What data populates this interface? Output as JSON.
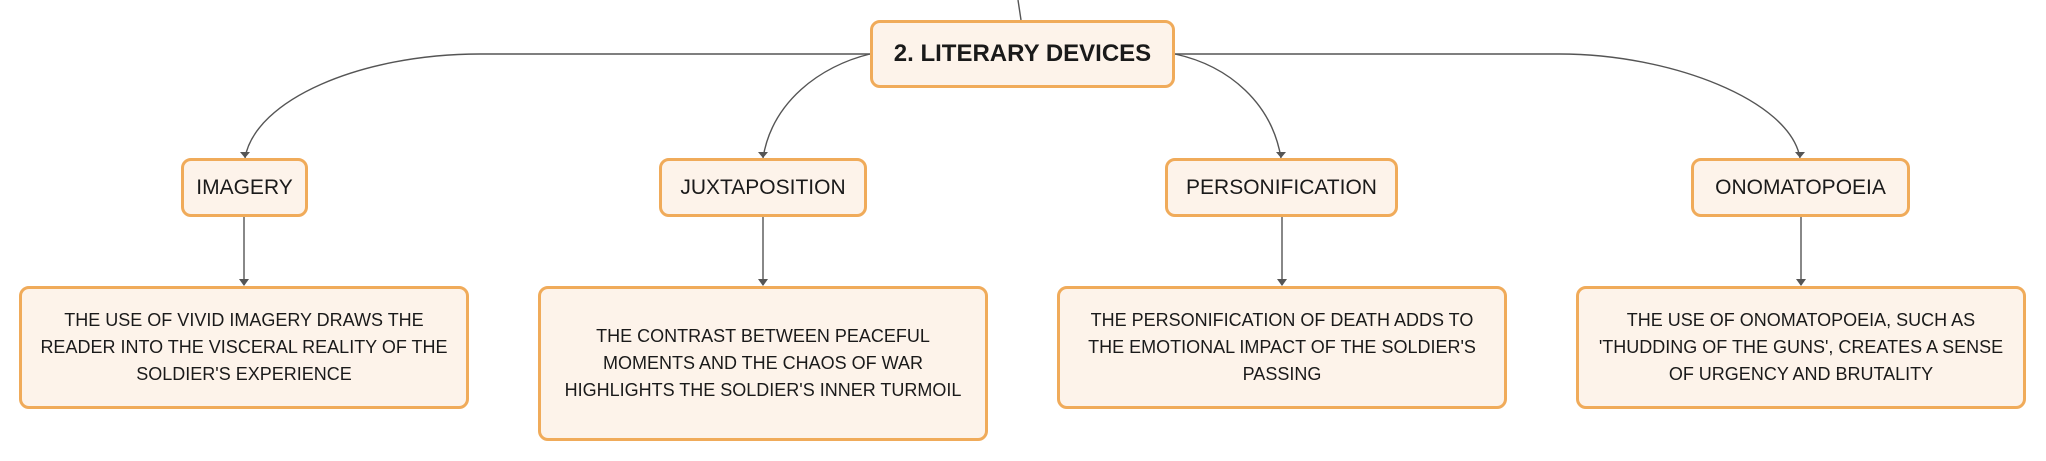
{
  "root": {
    "label": "2. LITERARY DEVICES"
  },
  "branches": [
    {
      "label": "IMAGERY",
      "description": "THE USE OF VIVID IMAGERY DRAWS THE READER INTO THE VISCERAL REALITY OF THE SOLDIER'S EXPERIENCE"
    },
    {
      "label": "JUXTAPOSITION",
      "description": "THE CONTRAST BETWEEN PEACEFUL MOMENTS AND THE CHAOS OF WAR HIGHLIGHTS THE SOLDIER'S INNER TURMOIL"
    },
    {
      "label": "PERSONIFICATION",
      "description": "THE PERSONIFICATION OF DEATH ADDS TO THE EMOTIONAL IMPACT OF THE SOLDIER'S PASSING"
    },
    {
      "label": "ONOMATOPOEIA",
      "description": "THE USE OF ONOMATOPOEIA, SUCH AS 'THUDDING OF THE GUNS', CREATES A SENSE OF URGENCY AND BRUTALITY"
    }
  ],
  "colors": {
    "node_fill": "#fdf3ea",
    "node_border": "#f0ab5a",
    "connector": "#555555"
  }
}
